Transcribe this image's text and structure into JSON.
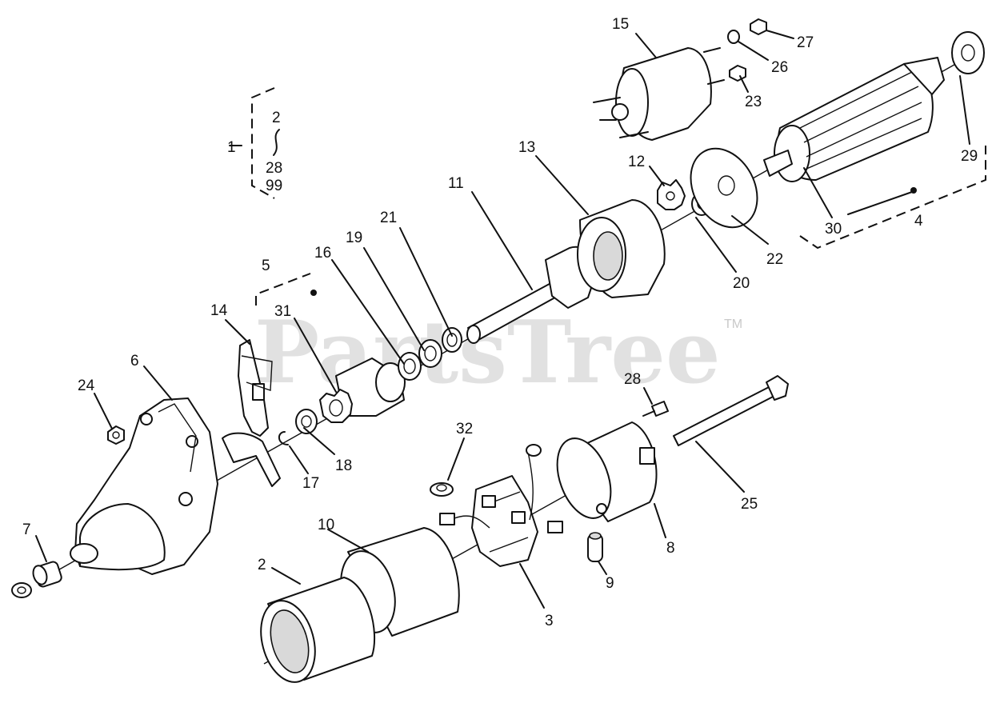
{
  "watermark": {
    "brand": "PartsTree",
    "trademark": "TM"
  },
  "callouts": {
    "n1": "1",
    "n2a": "2",
    "n28a": "28",
    "n99": "99",
    "n2": "2",
    "n3": "3",
    "n4": "4",
    "n5": "5",
    "n6": "6",
    "n7": "7",
    "n8": "8",
    "n9": "9",
    "n10": "10",
    "n11": "11",
    "n12": "12",
    "n13": "13",
    "n14": "14",
    "n15": "15",
    "n16": "16",
    "n17": "17",
    "n18": "18",
    "n19": "19",
    "n20": "20",
    "n21": "21",
    "n22": "22",
    "n23": "23",
    "n24": "24",
    "n25": "25",
    "n26": "26",
    "n27": "27",
    "n28": "28",
    "n29": "29",
    "n30": "30",
    "n31": "31",
    "n32": "32"
  }
}
